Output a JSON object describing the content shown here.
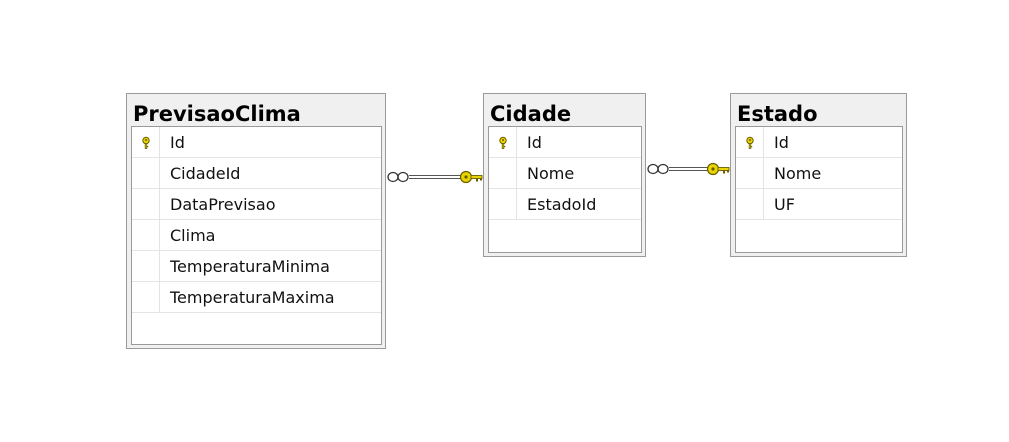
{
  "diagram": {
    "tables": [
      {
        "id": "previsaoclima",
        "title": "PrevisaoClima",
        "columns": [
          {
            "name": "Id",
            "primary_key": true
          },
          {
            "name": "CidadeId",
            "primary_key": false
          },
          {
            "name": "DataPrevisao",
            "primary_key": false
          },
          {
            "name": "Clima",
            "primary_key": false
          },
          {
            "name": "TemperaturaMinima",
            "primary_key": false
          },
          {
            "name": "TemperaturaMaxima",
            "primary_key": false
          }
        ]
      },
      {
        "id": "cidade",
        "title": "Cidade",
        "columns": [
          {
            "name": "Id",
            "primary_key": true
          },
          {
            "name": "Nome",
            "primary_key": false
          },
          {
            "name": "EstadoId",
            "primary_key": false
          }
        ]
      },
      {
        "id": "estado",
        "title": "Estado",
        "columns": [
          {
            "name": "Id",
            "primary_key": true
          },
          {
            "name": "Nome",
            "primary_key": false
          },
          {
            "name": "UF",
            "primary_key": false
          }
        ]
      }
    ],
    "relationships": [
      {
        "from": "previsaoclima",
        "to": "cidade",
        "from_end": "many-infinity-icon",
        "to_end": "key-icon"
      },
      {
        "from": "cidade",
        "to": "estado",
        "from_end": "many-infinity-icon",
        "to_end": "key-icon"
      }
    ],
    "colors": {
      "key": "#e8d400",
      "key_outline": "#6b5e00",
      "line": "#555555",
      "table_header": "#f0f0f0",
      "border": "#9a9a9a"
    }
  }
}
